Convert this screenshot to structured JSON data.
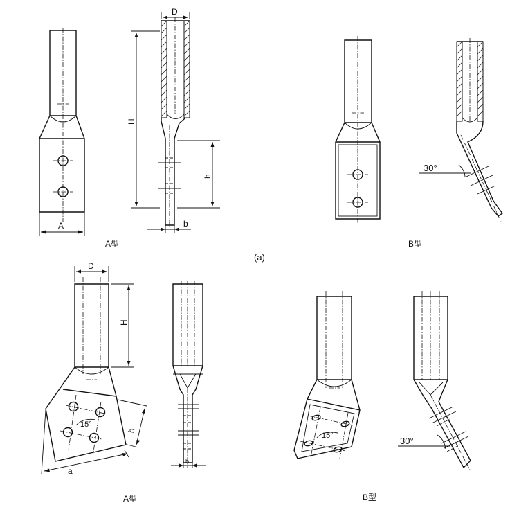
{
  "labels": {
    "dim_D": "D",
    "dim_H": "H",
    "dim_h": "h",
    "dim_b": "b",
    "dim_A": "A",
    "dim_a": "a",
    "angle_30": "30°",
    "angle_15": "15°",
    "caption_a": "(a)",
    "caption_A": "A型",
    "caption_B": "B型"
  }
}
